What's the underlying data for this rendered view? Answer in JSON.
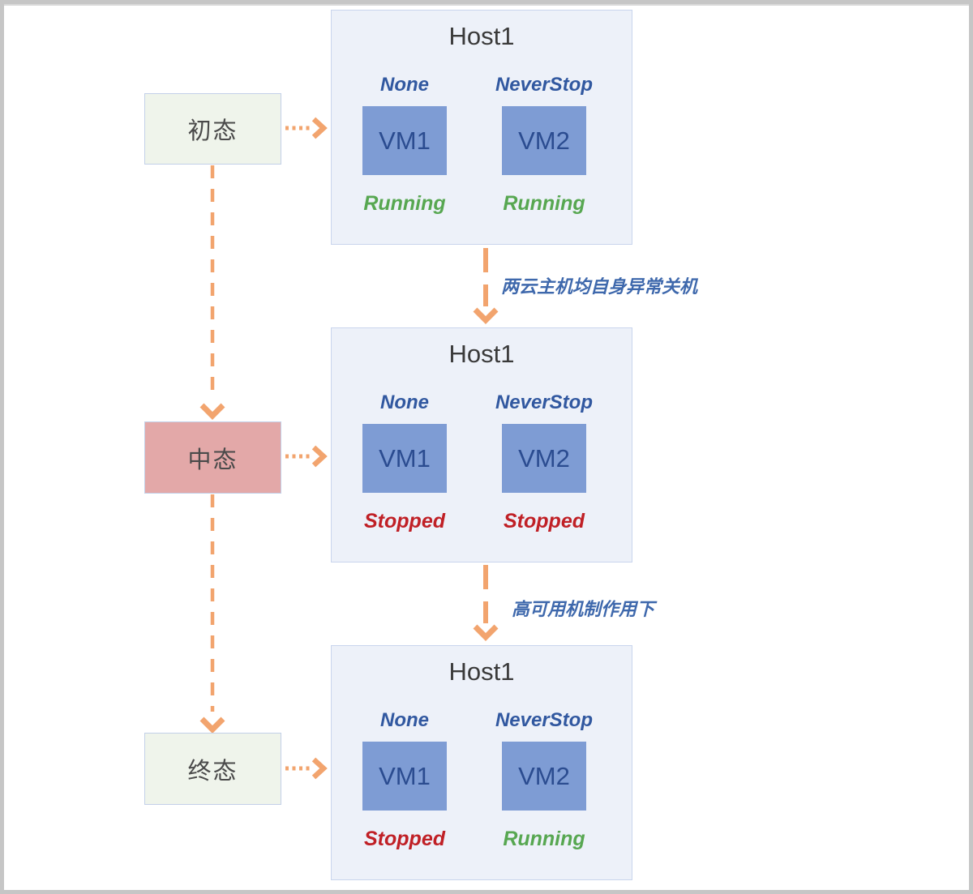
{
  "diagram": {
    "states": [
      {
        "label": "初态",
        "bg": "#eff4eb"
      },
      {
        "label": "中态",
        "bg": "#e3a8a8"
      },
      {
        "label": "终态",
        "bg": "#eff4eb"
      }
    ],
    "hosts": [
      {
        "title": "Host1",
        "vms": [
          {
            "policy": "None",
            "name": "VM1",
            "status": "Running",
            "status_color": "#57a751"
          },
          {
            "policy": "NeverStop",
            "name": "VM2",
            "status": "Running",
            "status_color": "#57a751"
          }
        ]
      },
      {
        "title": "Host1",
        "vms": [
          {
            "policy": "None",
            "name": "VM1",
            "status": "Stopped",
            "status_color": "#c02026"
          },
          {
            "policy": "NeverStop",
            "name": "VM2",
            "status": "Stopped",
            "status_color": "#c02026"
          }
        ]
      },
      {
        "title": "Host1",
        "vms": [
          {
            "policy": "None",
            "name": "VM1",
            "status": "Stopped",
            "status_color": "#c02026"
          },
          {
            "policy": "NeverStop",
            "name": "VM2",
            "status": "Running",
            "status_color": "#57a751"
          }
        ]
      }
    ],
    "transitions": [
      {
        "label": "两云主机均自身异常关机"
      },
      {
        "label": "高可用机制作用下"
      }
    ],
    "colors": {
      "arrow": "#f2a46e",
      "host_bg": "#edf1f9",
      "host_border": "#c9d5ed",
      "vm_bg": "#7e9cd4",
      "vm_text": "#2b4c90",
      "policy_text": "#3158a0",
      "running": "#57a751",
      "stopped": "#c02026",
      "transition_text": "#3e68ac"
    }
  }
}
